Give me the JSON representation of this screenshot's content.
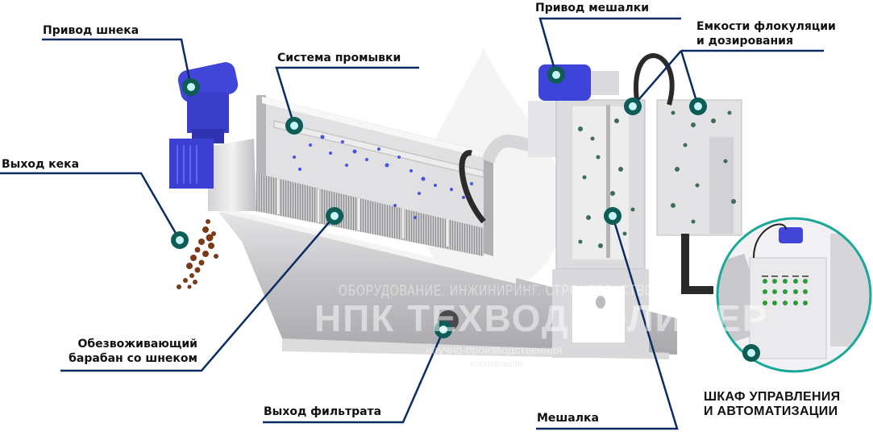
{
  "diagram": {
    "subject": "Шнековый дегидратор (обезвоживатель осадка)",
    "colors": {
      "callout_line": "#0b2d63",
      "marker_ring": "#0d5c55",
      "marker_center": "#c8f4f6",
      "inset_ring": "#1aa898",
      "motor_blue": "#3a3fd6",
      "steel": "#c9c9cc",
      "cake": "#7a3a1a",
      "floc": "#3f6b5a"
    },
    "labels": [
      {
        "id": "screw-drive",
        "text": "Привод шнека"
      },
      {
        "id": "cake-outlet",
        "text": "Выход кека"
      },
      {
        "id": "wash-system",
        "text": "Система промывки"
      },
      {
        "id": "dewatering-drum",
        "line1": "Обезвоживающий",
        "line2": "барабан со шнеком"
      },
      {
        "id": "filtrate-outlet",
        "text": "Выход фильтрата"
      },
      {
        "id": "mixer-drive",
        "text": "Привод мешалки"
      },
      {
        "id": "flocculation-tanks",
        "line1": "Емкости флокуляции",
        "line2": "и дозирования"
      },
      {
        "id": "mixer",
        "text": "Мешалка"
      },
      {
        "id": "control-cabinet",
        "line1": "ШКАФ УПРАВЛЕНИЯ",
        "line2": "И АВТОМАТИЗАЦИИ"
      }
    ]
  },
  "watermark": {
    "tagline": "ОБОРУДОВАНИЕ. ИНЖИНИРИНГ. СТРОИТЕЛЬСТВО",
    "company": "НПК ТЕХВОДПОЛИМЕР",
    "subline1": "научно-производственная",
    "subline2": "корпорация"
  }
}
